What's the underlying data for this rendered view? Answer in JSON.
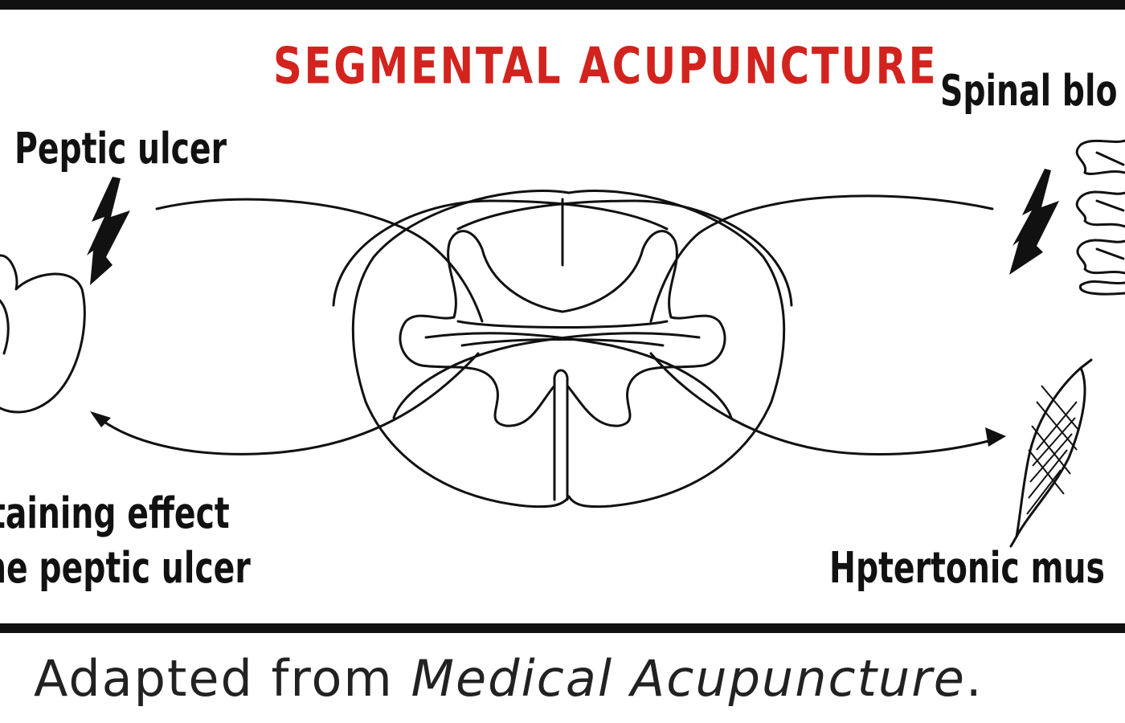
{
  "diagram": {
    "title": "SEGMENTAL ACUPUNCTURE",
    "labels": {
      "peptic_ulcer": "Peptic ulcer",
      "spinal_block": "Spinal blo",
      "containing_effect_line1": "ntaining effect",
      "containing_effect_line2": "he peptic ulcer",
      "hypertonic_muscle": "Hptertonic mus"
    }
  },
  "caption": {
    "prefix": "Adapted from ",
    "source": "Medical Acupuncture",
    "suffix": "."
  },
  "colors": {
    "title": "#d2231e",
    "ink": "#111111",
    "frame": "#111111",
    "background": "#ffffff"
  }
}
